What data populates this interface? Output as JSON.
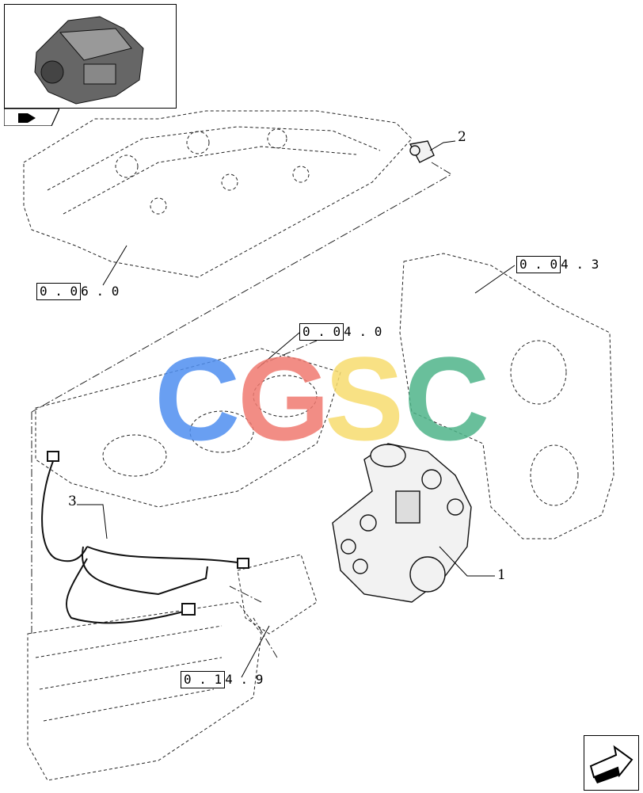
{
  "references": {
    "ref_006": {
      "boxed": "0 . 0",
      "rest": "6 . 0"
    },
    "ref_043": {
      "boxed": "0 . 0",
      "rest": "4 . 3"
    },
    "ref_040": {
      "boxed": "0 . 0",
      "rest": "4 . 0"
    },
    "ref_014": {
      "boxed": "0 . 1",
      "rest": "4 . 9"
    }
  },
  "callouts": {
    "part1": "1",
    "part2": "2",
    "part3": "3"
  },
  "watermark": {
    "letters": [
      "C",
      "G",
      "S",
      "C"
    ],
    "colors": [
      "#4f8ff0",
      "#f07a70",
      "#f7dc6f",
      "#4fb58a"
    ]
  },
  "icons": {
    "thumbnail": "engine-thumbnail-icon",
    "tab": "book-arrow-icon",
    "navigation": "next-page-arrow-icon"
  }
}
